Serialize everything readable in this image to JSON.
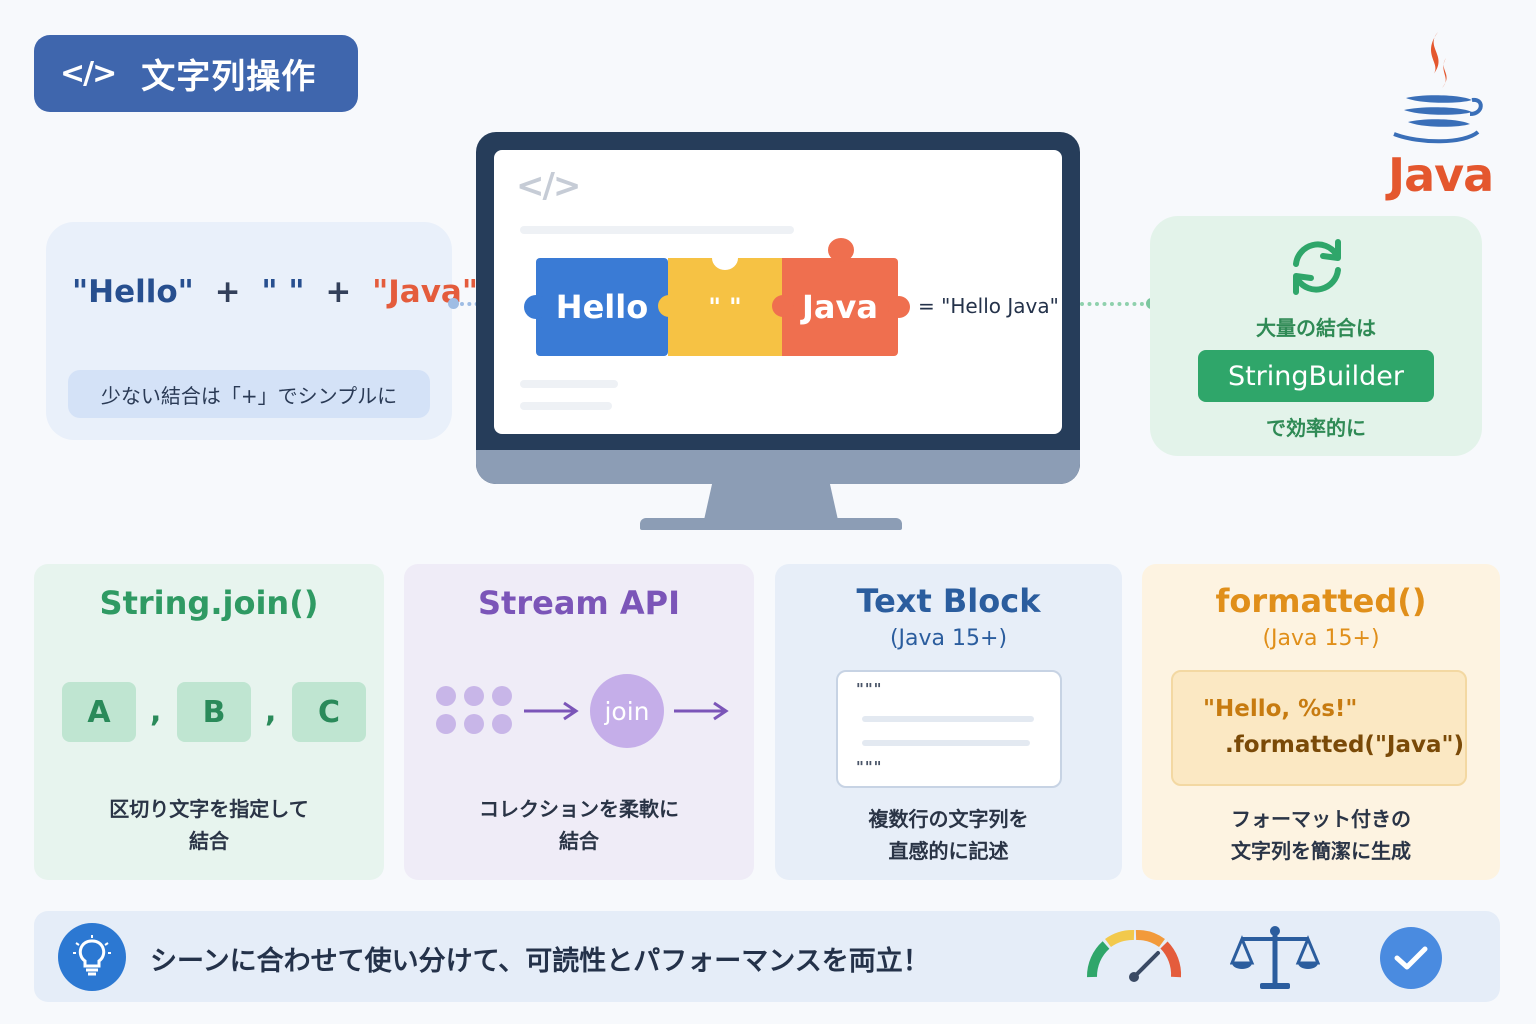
{
  "header": {
    "code_glyph": "</>",
    "title": "文字列操作",
    "logo_text": "Java"
  },
  "left_panel": {
    "part1": "\"Hello\"",
    "plus1": "+",
    "part2": "\" \"",
    "plus2": "+",
    "part3": "\"Java\"",
    "note": "少ない結合は「+」でシンプルに"
  },
  "monitor": {
    "code_mark": "</>",
    "piece_hello": "Hello",
    "piece_space": "\"  \"",
    "piece_java": "Java",
    "result": "= \"Hello Java\""
  },
  "right_panel": {
    "icon": "refresh-icon",
    "line1": "大量の結合は",
    "button": "StringBuilder",
    "line2": "で効率的に"
  },
  "cards": [
    {
      "title": "String.join()",
      "letters": [
        "A",
        "B",
        "C"
      ],
      "separator": ",",
      "desc1": "区切り文字を指定して",
      "desc2": "結合",
      "color": "#2f9a63"
    },
    {
      "title": "Stream API",
      "join_label": "join",
      "desc1": "コレクションを柔軟に",
      "desc2": "結合",
      "color": "#7b55b8"
    },
    {
      "title": "Text Block",
      "subtitle": "(Java 15+)",
      "quote": "\"\"\"",
      "desc1": "複数行の文字列を",
      "desc2": "直感的に記述",
      "color": "#2b5d9e"
    },
    {
      "title": "formatted()",
      "subtitle": "(Java 15+)",
      "line1": "\"Hello, %s!\"",
      "line2": ".formatted(\"Java\")",
      "desc1": "フォーマット付きの",
      "desc2": "文字列を簡潔に生成",
      "color": "#e08f1a"
    }
  ],
  "banner": {
    "icon": "lightbulb-icon",
    "message": "シーンに合わせて使い分けて、可読性とパフォーマンスを両立！",
    "icons": [
      "gauge-icon",
      "scale-icon",
      "check-icon"
    ]
  }
}
